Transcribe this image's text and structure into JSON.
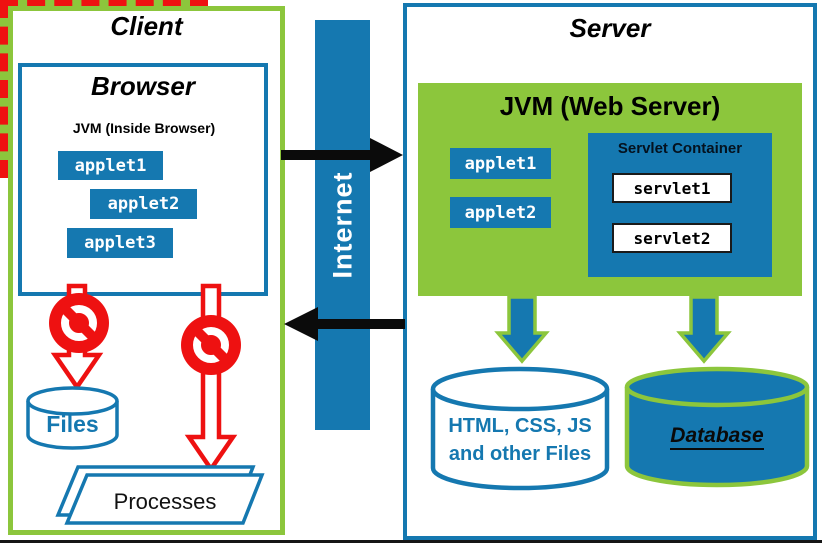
{
  "client": {
    "title": "Client",
    "browser": {
      "title": "Browser",
      "jvm": {
        "title": "JVM (Inside Browser)",
        "applets": [
          "applet1",
          "applet2",
          "applet3"
        ]
      }
    },
    "files_label": "Files",
    "processes_label": "Processes"
  },
  "internet": {
    "label": "Internet"
  },
  "server": {
    "title": "Server",
    "jvm": {
      "title": "JVM (Web Server)",
      "applets": [
        "applet1",
        "applet2"
      ],
      "servlet_container": {
        "title": "Servlet Container",
        "servlets": [
          "servlet1",
          "servlet2"
        ]
      }
    },
    "storage": {
      "web_files_line1": "HTML, CSS, JS",
      "web_files_line2": "and other Files",
      "database_label": "Database"
    }
  },
  "colors": {
    "green": "#8CC63C",
    "blue": "#1578B0",
    "red": "#EE1111"
  }
}
